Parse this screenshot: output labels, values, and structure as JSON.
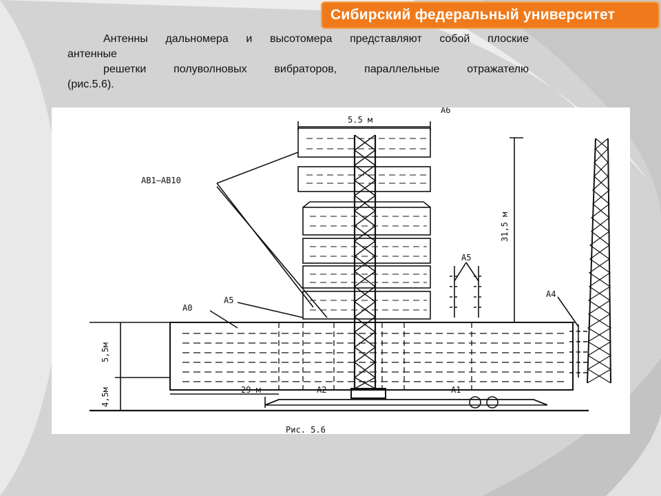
{
  "header": {
    "title": "Сибирский федеральный университет",
    "accent": "#f07a1b"
  },
  "body": {
    "line1": "Антенны дальномера и высотомера представляют собой плоские",
    "line2": "антенные",
    "line3": "решетки полуволновых вибраторов, параллельные отражателю",
    "line4": "(рис.5.6)."
  },
  "figure": {
    "caption": "Рис. 5.6",
    "labels": {
      "top_width": "5.5 м",
      "a6": "А6",
      "ab_range": "АВ1—АВ10",
      "height_total": "31,5 м",
      "a5_right": "А5",
      "a0": "А0",
      "a5_left": "А5",
      "a4": "А4",
      "a_left_height": "5,5м",
      "bottom_height": "4,5м",
      "width_29": "29 м",
      "a2": "А2",
      "a1": "А1"
    }
  }
}
